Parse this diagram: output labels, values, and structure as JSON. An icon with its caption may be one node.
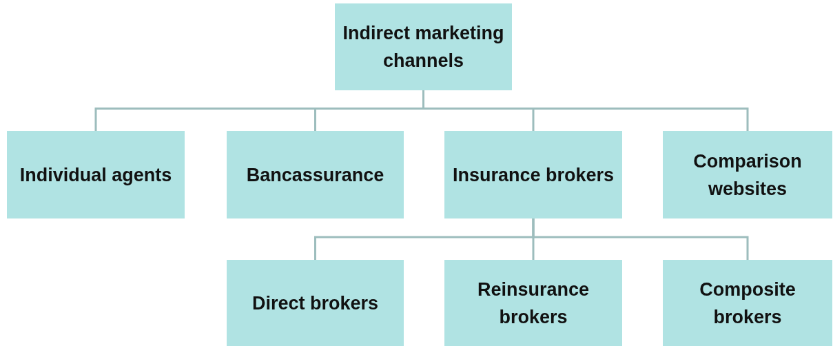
{
  "diagram": {
    "nodes": [
      {
        "text": [
          "Indirect marketing channels"
        ]
      },
      {
        "text": [
          "Individual agents"
        ]
      },
      {
        "text": [
          "Bancassurance"
        ]
      },
      {
        "text": [
          "Insurance brokers"
        ]
      },
      {
        "text": [
          "Comparison websites"
        ]
      },
      {
        "text": [
          "Direct brokers"
        ]
      },
      {
        "text": [
          "Reinsurance brokers"
        ]
      },
      {
        "text": [
          "Composite brokers"
        ]
      }
    ],
    "edges": [
      {
        "from": 0,
        "to": 1,
        "arrow": "none"
      },
      {
        "from": 0,
        "to": 2,
        "arrow": "none"
      },
      {
        "from": 0,
        "to": 3,
        "arrow": "none"
      },
      {
        "from": 0,
        "to": 4,
        "arrow": "none"
      },
      {
        "from": 3,
        "to": 5,
        "arrow": "none"
      },
      {
        "from": 3,
        "to": 6,
        "arrow": "none"
      },
      {
        "from": 3,
        "to": 7,
        "arrow": "none"
      }
    ]
  }
}
